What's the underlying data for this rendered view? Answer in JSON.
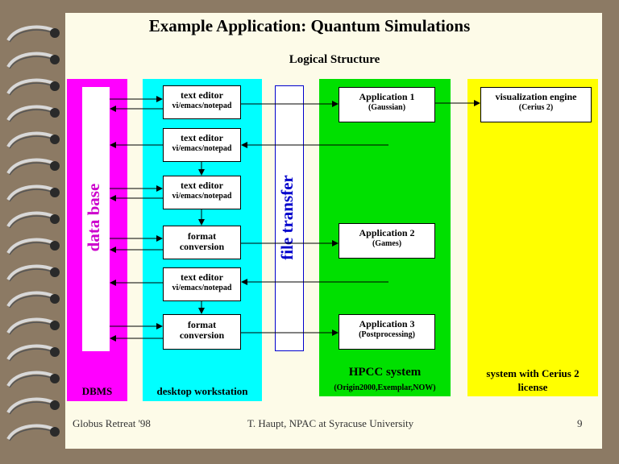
{
  "title": "Example Application: Quantum Simulations",
  "subtitle": "Logical   Structure",
  "columns": {
    "dbms": {
      "label": "DBMS",
      "inner": "data base"
    },
    "desktop": {
      "label": "desktop workstation"
    },
    "file_transfer": {
      "label": "file transfer"
    },
    "hpcc": {
      "label": "HPCC  system",
      "sub": "(Origin2000,Exemplar,NOW)"
    },
    "cerius": {
      "label_line1": "system with Cerius 2",
      "label_line2": "license"
    }
  },
  "desktop_boxes": [
    {
      "l1": "text editor",
      "l2": "vi/emacs/notepad"
    },
    {
      "l1": "text editor",
      "l2": "vi/emacs/notepad"
    },
    {
      "l1": "text editor",
      "l2": "vi/emacs/notepad"
    },
    {
      "l1": "format",
      "l2": "conversion"
    },
    {
      "l1": "text editor",
      "l2": "vi/emacs/notepad"
    },
    {
      "l1": "format",
      "l2": "conversion"
    }
  ],
  "apps": [
    {
      "l1": "Application  1",
      "l2": "(Gaussian)"
    },
    {
      "l1": "Application  2",
      "l2": "(Games)"
    },
    {
      "l1": "Application  3",
      "l2": "(Postprocessing)"
    }
  ],
  "viz": {
    "l1": "visualization  engine",
    "l2": "(Cerius 2)"
  },
  "footer": {
    "left": "Globus Retreat '98",
    "center": "T. Haupt, NPAC at Syracuse University",
    "right": "9"
  },
  "colors": {
    "dbms": "#ff00ff",
    "desktop": "#00ffff",
    "hpcc": "#00e000",
    "cerius": "#ffff00",
    "file_transfer_text": "#0000cc",
    "data_base_text": "#cc00cc"
  }
}
